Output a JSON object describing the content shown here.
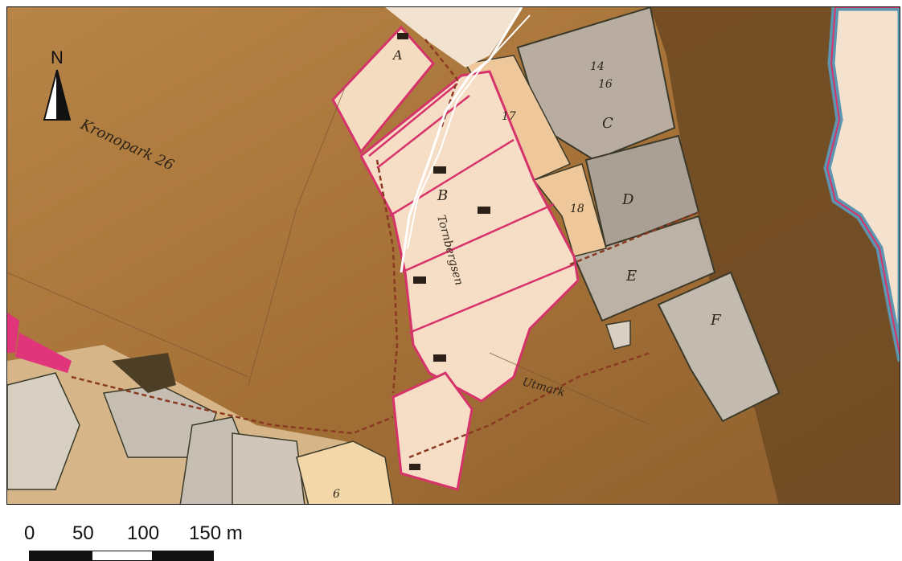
{
  "map": {
    "north_label": "N",
    "scale_bar": {
      "labels": [
        "0",
        "50",
        "100",
        "150 m"
      ]
    },
    "handwritten_labels": [
      "Kronopark 26",
      "Tornbergsen",
      "Utmark",
      "A",
      "B",
      "C",
      "D",
      "E",
      "F",
      "14",
      "16",
      "17",
      "18",
      "6"
    ],
    "colors": {
      "forest_brown": "#9a6a35",
      "dark_forest": "#6f4a24",
      "field_pale": "#f3dcc2",
      "field_peach": "#eec79b",
      "meadow_grey": "#b8ada0",
      "parcel_border": "#d7336b",
      "road_dashed": "#8a3a22",
      "water_blue": "#5b95b0",
      "digitized_path": "#ffffff"
    }
  }
}
